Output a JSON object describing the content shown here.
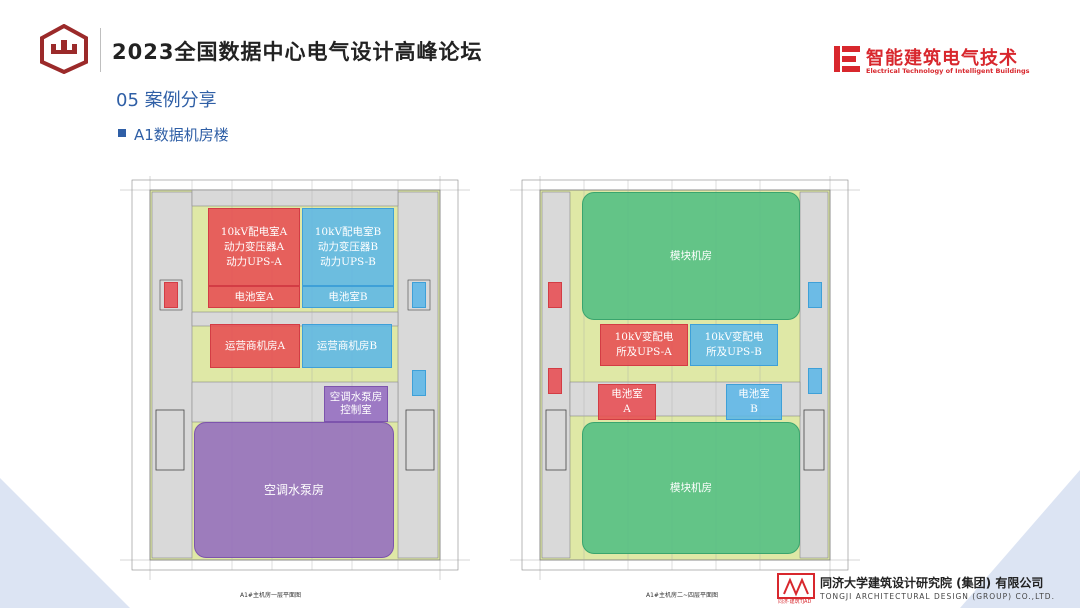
{
  "header": {
    "forum_title": "2023全国数据中心电气设计高峰论坛",
    "brand_cn": "智能建筑电气技术",
    "brand_en": "Electrical Technology of Intelligent Buildings"
  },
  "section": {
    "title": "05  案例分享",
    "subtitle": "A1数据机房楼"
  },
  "plan_left": {
    "caption": "A1#主机房一层平面图",
    "rooms": {
      "hv_a": [
        "10kV配电室A",
        "动力变压器A",
        "动力UPS-A"
      ],
      "hv_b": [
        "10kV配电室B",
        "动力变压器B",
        "动力UPS-B"
      ],
      "battery_a": "电池室A",
      "battery_b": "电池室B",
      "carrier_a": "运营商机房A",
      "carrier_b": "运营商机房B",
      "pump_control": [
        "空调水泵房",
        "控制室"
      ],
      "pump_room": "空调水泵房"
    }
  },
  "plan_right": {
    "caption": "A1#主机房二~四层平面图",
    "rooms": {
      "module_top": "模块机房",
      "substation_a": [
        "10kV变配电",
        "所及UPS-A"
      ],
      "substation_b": [
        "10kV变配电",
        "所及UPS-B"
      ],
      "battery_a": [
        "电池室",
        "A"
      ],
      "battery_b": [
        "电池室",
        "B"
      ],
      "module_bottom": "模块机房"
    }
  },
  "footer": {
    "company_cn": "同济大学建筑设计研究院 (集团) 有限公司",
    "company_en": "TONGJI ARCHITECTURAL DESIGN (GROUP) CO.,LTD.",
    "logo_small": "同济·建筑TJAD"
  },
  "colors": {
    "accent_blue": "#2f5fa6",
    "brand_red": "#d8272d",
    "logo_red": "#9b2a2a",
    "room_red": "#e74c52",
    "room_blue": "#5cb6e7",
    "room_purple": "#9268c0",
    "room_green": "#48bc80",
    "plan_yellow": "#dfe8a6"
  }
}
